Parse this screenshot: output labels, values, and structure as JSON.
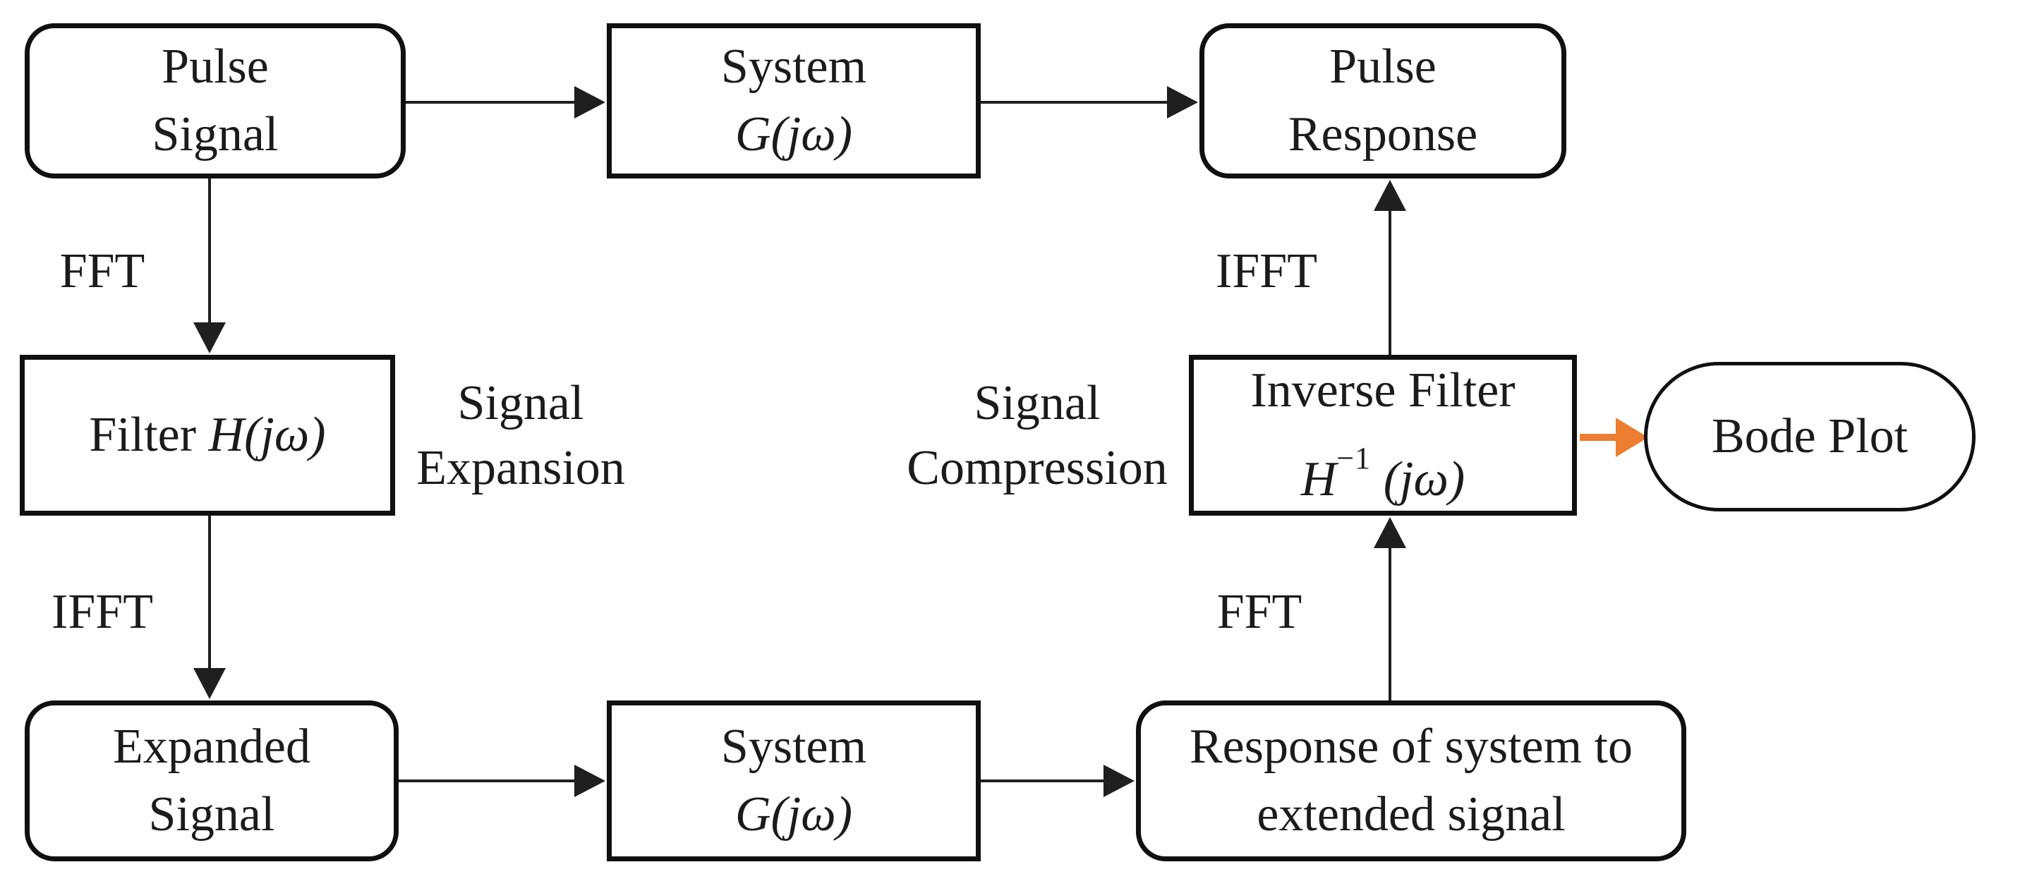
{
  "diagram": {
    "nodes": {
      "pulse_signal": {
        "line1": "Pulse",
        "line2": "Signal"
      },
      "system_top": {
        "line1": "System",
        "formula": "G(jω)"
      },
      "pulse_response": {
        "line1": "Pulse",
        "line2": "Response"
      },
      "filter": {
        "prefix": "Filter",
        "formula": "H(jω)"
      },
      "inverse_filter": {
        "line1": "Inverse Filter",
        "formula_base": "H",
        "formula_sup": "−1",
        "formula_rest": "(jω)"
      },
      "bode_plot": {
        "label": "Bode Plot"
      },
      "expanded_signal": {
        "line1": "Expanded",
        "line2": "Signal"
      },
      "system_bottom": {
        "line1": "System",
        "formula": "G(jω)"
      },
      "response_extended": {
        "line1": "Response of system to",
        "line2": "extended signal"
      }
    },
    "edge_labels": {
      "fft_left": "FFT",
      "ifft_left": "IFFT",
      "ifft_right": "IFFT",
      "fft_right": "FFT"
    },
    "annotations": {
      "signal_expansion": {
        "line1": "Signal",
        "line2": "Expansion"
      },
      "signal_compression": {
        "line1": "Signal",
        "line2": "Compression"
      }
    },
    "colors": {
      "line": "#1f1f1f",
      "border": "#101010",
      "accent_orange": "#ED7D31",
      "text": "#1b1b1b",
      "box_fill": "#ffffff",
      "background": "#ffffff"
    }
  }
}
